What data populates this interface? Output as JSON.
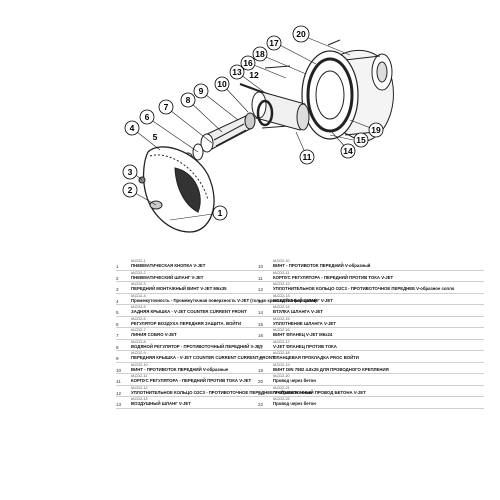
{
  "callouts": [
    "1",
    "2",
    "3",
    "4",
    "5",
    "6",
    "7",
    "8",
    "9",
    "10",
    "11",
    "12",
    "13",
    "14",
    "15",
    "16",
    "17",
    "18",
    "19",
    "20"
  ],
  "parts_left": [
    {
      "num": "1",
      "code": "IACD2-1",
      "desc": "ПНЕВМАТИЧЕСКАЯ КНОПКА V-JET"
    },
    {
      "num": "2",
      "code": "IACD2-2",
      "desc": "ПНЕВМАТИЧЕСКИЙ ШЛАНГ V-JET"
    },
    {
      "num": "3",
      "code": "IACD2-3",
      "desc": "ПЕРЕДНИЙ МОНТАЖНЫЙ ВИНТ V-JET M6x35"
    },
    {
      "num": "4",
      "code": "IACD2-4",
      "desc": "Промежуточность - Промежуточная поверхность V-JET (только крышка без форсунки)"
    },
    {
      "num": "5",
      "code": "IACD2-5",
      "desc": "ЗАДНЯЯ КРЫШКА - V-JET COUNTER CURRENT FRONT"
    },
    {
      "num": "6",
      "code": "IACD2-6",
      "desc": "РЕГУЛЯТОР ВОЗДУХА ПЕРЕДНЯЯ ЗАЩИТА. ВОЙТИ"
    },
    {
      "num": "7",
      "code": "IACD2-7",
      "desc": "ЛИНИЯ COБRO V-JET"
    },
    {
      "num": "8",
      "code": "IACD2-8",
      "desc": "ВОДЯНОЙ РЕГУЛЯТОР - ПРОТИВОТОЧНЫЙ ПЕРЕДНИЙ V-JET"
    },
    {
      "num": "9",
      "code": "IACD2-9",
      "desc": "ПЕРЕДНЯЯ КРЫШКА - V-JET COUNTER CURRENT CURRENT FRONT"
    },
    {
      "num": "10",
      "code": "IACD2-10",
      "desc": "ВИНТ - ПРОТИВОТОК ПЕРЕДНИЙ V-образные"
    },
    {
      "num": "11",
      "code": "IACD2-11",
      "desc": "КОРПУС РЕГУЛЯТОРА - ПЕРЕДНИЙ ПРОТИВ ТОКА V-JET"
    },
    {
      "num": "12",
      "code": "IACD2-12",
      "desc": "УПЛОТНИТЕЛЬНОЕ КОЛЬЦО O2C3 - ПРОТИВОТОЧНОЕ ПЕРЕДНЕЕ V-образное сопло"
    },
    {
      "num": "13",
      "code": "IACD2-13",
      "desc": "ВОЗДУШНЫЙ ШЛАНГ V-JET"
    }
  ],
  "parts_right": [
    {
      "num": "10",
      "code": "IACD2-10",
      "desc": "ВИНТ - ПРОТИВОТОК ПЕРЕДНИЙ V-образный"
    },
    {
      "num": "11",
      "code": "IACD2-11",
      "desc": "КОРПУС РЕГУЛЯТОРА - ПЕРЕДНИЙ ПРОТИВ ТОКА V-JET"
    },
    {
      "num": "12",
      "code": "IACD2-12",
      "desc": "УПЛОТНИТЕЛЬНОЕ КОЛЬЦО O2C3 - ПРОТИВОТОЧНОЕ ПЕРЕДНЕЕ V-образное сопло"
    },
    {
      "num": "13",
      "code": "IACD2-13",
      "desc": "ВОЗДУШНЫЙ ШЛАНГ V-JET"
    },
    {
      "num": "14",
      "code": "IACD2-14",
      "desc": "ВТУЛКА ШЛАНГА V-JET"
    },
    {
      "num": "15",
      "code": "IACD2-15",
      "desc": "УПЛОТНЕНИЕ ШЛАНГА V-JET"
    },
    {
      "num": "16",
      "code": "IACD2-16",
      "desc": "ВИНТ ФЛАНЕЦ V-JET M6x24"
    },
    {
      "num": "17",
      "code": "IACD2-17",
      "desc": "V-JET ФЛАНЕЦ ПРОТИВ ТОКА"
    },
    {
      "num": "18",
      "code": "IACD2-18",
      "desc": "ФЛАНЦЕВАЯ ПРОКЛАДКА PROC ВОЙТИ"
    },
    {
      "num": "19",
      "code": "IACD2-19",
      "desc": "ВИНТ DIN 7982 4.8x25 ДЛЯ ПРОВОДНОГО КРЕПЛЕНИЯ"
    },
    {
      "num": "20",
      "code": "IACD2-20",
      "desc": "Провод через бетон"
    },
    {
      "num": "21",
      "code": "IACD2-21",
      "desc": "ПРОТИВОТОЧНЫЙ ПРОВОД БЕТОНА V-JET"
    },
    {
      "num": "22",
      "code": "IACD2-22",
      "desc": "Провод через бетон"
    }
  ]
}
